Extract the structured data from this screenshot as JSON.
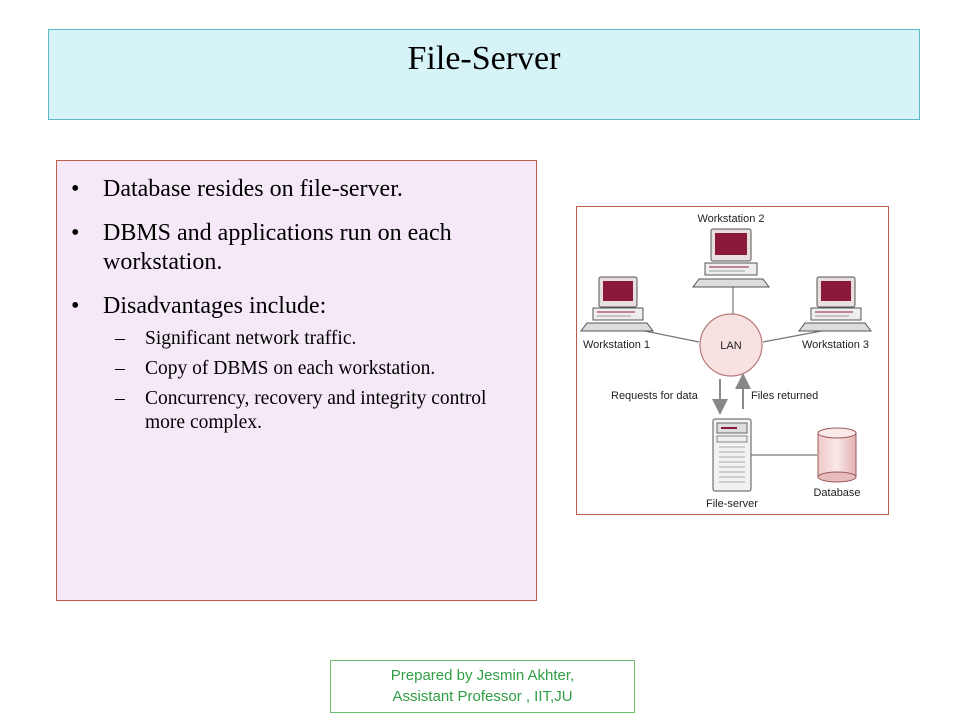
{
  "slide": {
    "title": "File-Server",
    "bullets": [
      {
        "marker": "•",
        "text": "Database resides on file-server."
      },
      {
        "marker": "•",
        "text": "DBMS and applications run on each workstation."
      },
      {
        "marker": "•",
        "text": "Disadvantages include:",
        "sub": [
          {
            "marker": "–",
            "text": "Significant network traffic."
          },
          {
            "marker": "–",
            "text": "Copy of DBMS on each workstation."
          },
          {
            "marker": "–",
            "text": "Concurrency, recovery and integrity control more complex."
          }
        ]
      }
    ],
    "diagram": {
      "workstation_2": "Workstation 2",
      "workstation_1": "Workstation 1",
      "workstation_3": "Workstation 3",
      "lan": "LAN",
      "requests": "Requests for data",
      "files_returned": "Files returned",
      "file_server": "File-server",
      "database": "Database"
    },
    "footer": {
      "line1": "Prepared by Jesmin Akhter,",
      "line2": "Assistant Professor , IIT,JU"
    },
    "colors": {
      "title_bg": "#d6f3f8",
      "content_bg": "#f5e9f7",
      "screen": "#8b1a3a",
      "accent_border": "#c05a4a",
      "footer_text": "#2f9e45"
    }
  }
}
